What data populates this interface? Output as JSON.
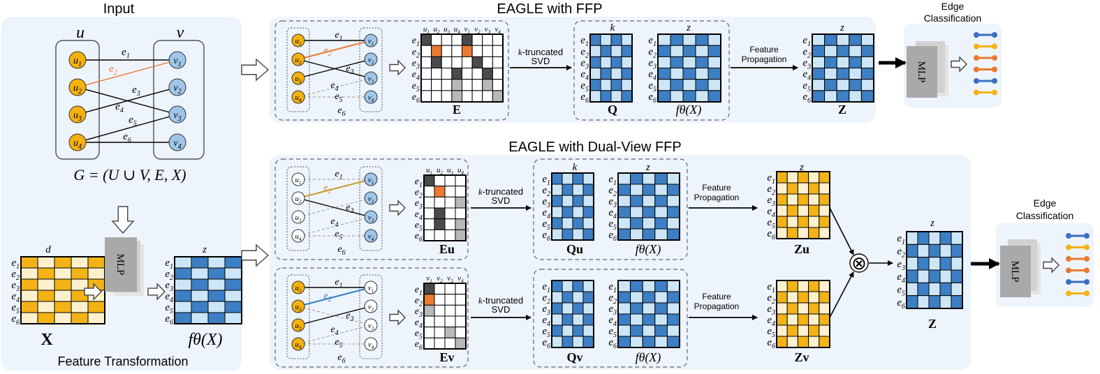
{
  "input_panel": {
    "title": "Input",
    "set_u": "u",
    "set_v": "v",
    "u_nodes": [
      "u1",
      "u2",
      "u3",
      "u4"
    ],
    "v_nodes": [
      "v1",
      "v2",
      "v3",
      "v4"
    ],
    "edge_labels": [
      "e1",
      "e2",
      "e3",
      "e4",
      "e5",
      "e6"
    ],
    "graph_formula": "G = (U ∪ V, E, X)",
    "matrix_x_dim": "d",
    "matrix_x_label": "X",
    "mlp_label": "MLP",
    "f_dim": "z",
    "f_label": "fθ(X)",
    "caption": "Feature Transformation"
  },
  "ffp_section": {
    "title": "EAGLE with FFP",
    "matrix_e_label": "E",
    "matrix_e_cols": [
      "u1",
      "u2",
      "u3",
      "u4",
      "v1",
      "v2",
      "v3",
      "v4"
    ],
    "svd_label_italic": "k",
    "svd_label_rest": "-truncated",
    "svd_label_line2": "SVD",
    "q_dim": "k",
    "q_label": "Q",
    "f_dim": "z",
    "f_label": "fθ(X)",
    "propagation_line1": "Feature",
    "propagation_line2": "Propagation",
    "z_dim": "z",
    "z_label": "Z",
    "classification_line1": "Edge",
    "classification_line2": "Classification",
    "mlp_label": "MLP"
  },
  "dual_section": {
    "title": "EAGLE with Dual-View FFP",
    "eu_label": "Eu",
    "eu_cols": [
      "u1",
      "u2",
      "u3",
      "u4"
    ],
    "ev_label": "Ev",
    "ev_cols": [
      "v1",
      "v2",
      "v3",
      "v4"
    ],
    "svd_label_italic": "k",
    "svd_label_rest": "-truncated",
    "svd_label_line2": "SVD",
    "q_dim": "k",
    "qu_label": "Qu",
    "qv_label": "Qv",
    "f_dim": "z",
    "f_label": "fθ(X)",
    "propagation_line1": "Feature",
    "propagation_line2": "Propagation",
    "z_dim": "z",
    "zu_label": "Zu",
    "zv_label": "Zv",
    "z_label": "Z",
    "combine_symbol": "⊗",
    "classification_line1": "Edge",
    "classification_line2": "Classification",
    "mlp_label": "MLP"
  },
  "row_labels": [
    "e1",
    "e2",
    "e3",
    "e4",
    "e5",
    "e6"
  ],
  "colors": {
    "panel_bg": "#eef4fb",
    "blue_dark": "#3d7fc4",
    "blue_light": "#cce6f7",
    "yellow_dark": "#f3b316",
    "yellow_light": "#fdf0cc",
    "u_node": "#f4b10f",
    "v_node": "#9fc6ea",
    "orange": "#ec7a32",
    "gold_edge": "#c79a2b",
    "blue_edge": "#2f7fc0",
    "dark_cell": "#4a4a4a",
    "gray_cell": "#b8b8b8"
  }
}
